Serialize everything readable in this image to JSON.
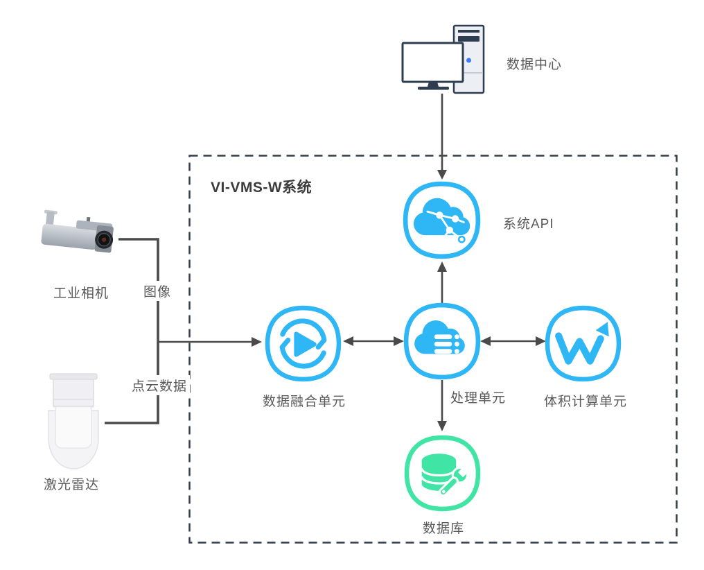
{
  "colors": {
    "accent_blue": "#2FB7F5",
    "accent_green": "#40E5A5",
    "wire_gray": "#4A4A4A",
    "box_border": "#313C49",
    "label_gray": "#595959",
    "title_gray": "#3B3B3B",
    "device_navy": "#2E3E50",
    "device_fill": "#ECEFF3",
    "dot_blue": "#3E7BFA"
  },
  "title": {
    "system_box": "VI-VMS-W系统"
  },
  "external_nodes": {
    "data_center": {
      "label": "数据中心"
    },
    "camera": {
      "label": "工业相机"
    },
    "lidar": {
      "label": "激光雷达"
    }
  },
  "flow_labels": {
    "image": "图像",
    "point_cloud": "点云数据"
  },
  "system_nodes": {
    "api": {
      "label": "系统API"
    },
    "fusion": {
      "label": "数据融合单元"
    },
    "processing": {
      "label": "处理单元"
    },
    "volume": {
      "label": "体积计算单元"
    },
    "database": {
      "label": "数据库"
    }
  }
}
